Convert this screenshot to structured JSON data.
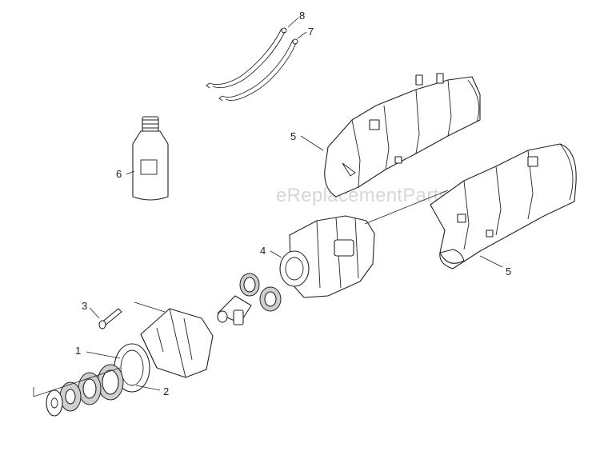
{
  "callouts": {
    "c1": "1",
    "c2": "2",
    "c3": "3",
    "c4": "4",
    "c5a": "5",
    "c5b": "5",
    "c6": "6",
    "c7": "7",
    "c8": "8"
  },
  "watermark": "eReplacementParts.com"
}
